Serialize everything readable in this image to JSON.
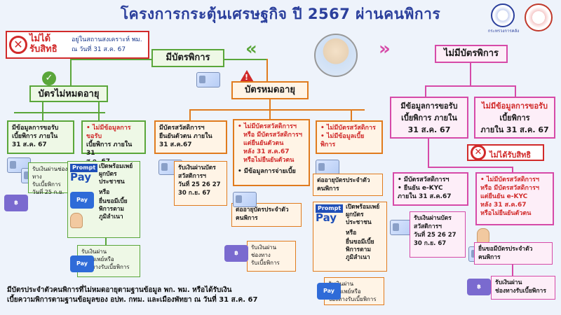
{
  "title": "โครงการกระตุ้นเศรษฐกิจ ปี 2567 ผ่านคนพิการ",
  "logo_left_label": "กระทรวงการคลัง",
  "top_reject": {
    "label": "ไม่ได้\nรับสิทธิ",
    "note": "อยู่ในสถานสงเคราะห์ พม.\nณ วันที่ 31 ส.ค. 67"
  },
  "has_card": "มีบัตรพิการ",
  "no_card": "ไม่มีบัตรพิการ",
  "card_not_expired": "บัตรไม่หมดอายุ",
  "card_expired": "บัตรหมดอายุ",
  "ne_has_data": "มีข้อมูลการขอรับ\nเบี้ยพิการ ภายใน\n31 ส.ค. 67",
  "ne_no_data_red": "ไม่มีข้อมูลการขอรับ",
  "ne_no_data_rest": "เบี้ยพิการ ภายใน 31\nส.ค. 67",
  "ne_receive_account": "รับเงินผ่านช่องทาง\nรับเบี้ยพิการ\nวันที่ 25 ก.ย.",
  "promptpay_open": "เปิดพร้อมเพย์\nผูกบัตร\nประชาชน",
  "or": "หรือ",
  "apply_local": "ยื่นขอมีเบี้ย\nพิการตาม\nภูมิลำเนา",
  "receive_pp_or_channel": "รับเงินผ่าน\nพร้อมเพย์หรือ\nช่องทางรับเบี้ยพิการ",
  "exp_welfare_verified": "มีบัตรสวัสดิการฯ\nยืนยันตัวตน ภายใน\n31 ส.ค.67",
  "exp_receive_welfare": "รับเงินผ่านบัตร\nสวัสดิการฯ\nวันที่ 25 26 27\n30 ก.ย. 67",
  "exp_mid_lines": [
    "ไม่มีบัตรสวัสดิการฯ",
    "หรือ มีบัตรสวัสดิการฯ",
    "แต่ยืนยันตัวตน",
    "หลัง 31 ส.ค.67",
    "หรือไม่ยืนยันตัวตน",
    "มีข้อมูลการจ่ายเบี้ย"
  ],
  "renew_card": "ต่ออายุบัตรประจำตัว\nคนพิการ",
  "receive_channel": "รับเงินผ่าน\nช่องทาง\nรับเบี้ยพิการ",
  "exp_right_lines": [
    "ไม่มีบัตรสวัสดิการ",
    "ไม่มีข้อมูลเบี้ยพิการ"
  ],
  "renew_card2": "ต่ออายุบัตรประจำตัว\nคนพิการ",
  "receive_pp_or_channel2": "รับเงินผ่าน\nพร้อมเพย์หรือ\nช่องทางรับเบี้ยพิการ",
  "nc_has_data": "มีข้อมูลการขอรับ\nเบี้ยพิการ ภายใน\n31 ส.ค. 67",
  "nc_no_data_red": "ไม่มีข้อมูลการขอรับ",
  "nc_no_data_rest": "เบี้ยพิการ\nภายใน  31 ส.ค. 67",
  "nc_reject": "ไม่ได้รับสิทธิ",
  "nc_left_lines": [
    "มีบัตรสวัสดิการฯ",
    "ยืนยัน e-KYC\nภายใน 31 ส.ค.67"
  ],
  "nc_receive_welfare": "รับเงินผ่านบัตร\nสวัสดิการฯ\nวันที่ 25 26 27\n30 ก.ย. 67",
  "nc_right_lines": [
    "ไม่มีบัตรสวัสดิการฯ\nหรือ มีบัตรสวัสดิการฯ\nแต่ยืนยัน e-KYC\nหลัง 31 ส.ค.67\nหรือไม่ยืนยันตัวตน"
  ],
  "nc_apply_card": "ยื่นขอมีบัตรประจำตัว\nคนพิการ",
  "nc_receive_channel": "รับเงินผ่าน\nช่องทางรับเบี้ยพิการ",
  "pay_word": "Pay",
  "prompt_word": "Prompt",
  "footnote": "มีบัตรประจำตัวคนพิการที่ไม่หมดอายุตามฐานข้อมูล พก. พม. หรือได้รับเงิน\nเบี้ยความพิการตามฐานข้อมูลของ อปท. กทม. และเมืองพัทยา ณ วันที่ 31 ส.ค. 67",
  "colors": {
    "green": "#5aa63a",
    "orange": "#e07b1e",
    "pink": "#d64aa8",
    "red": "#d12a2a",
    "navy": "#2b3f9c"
  }
}
